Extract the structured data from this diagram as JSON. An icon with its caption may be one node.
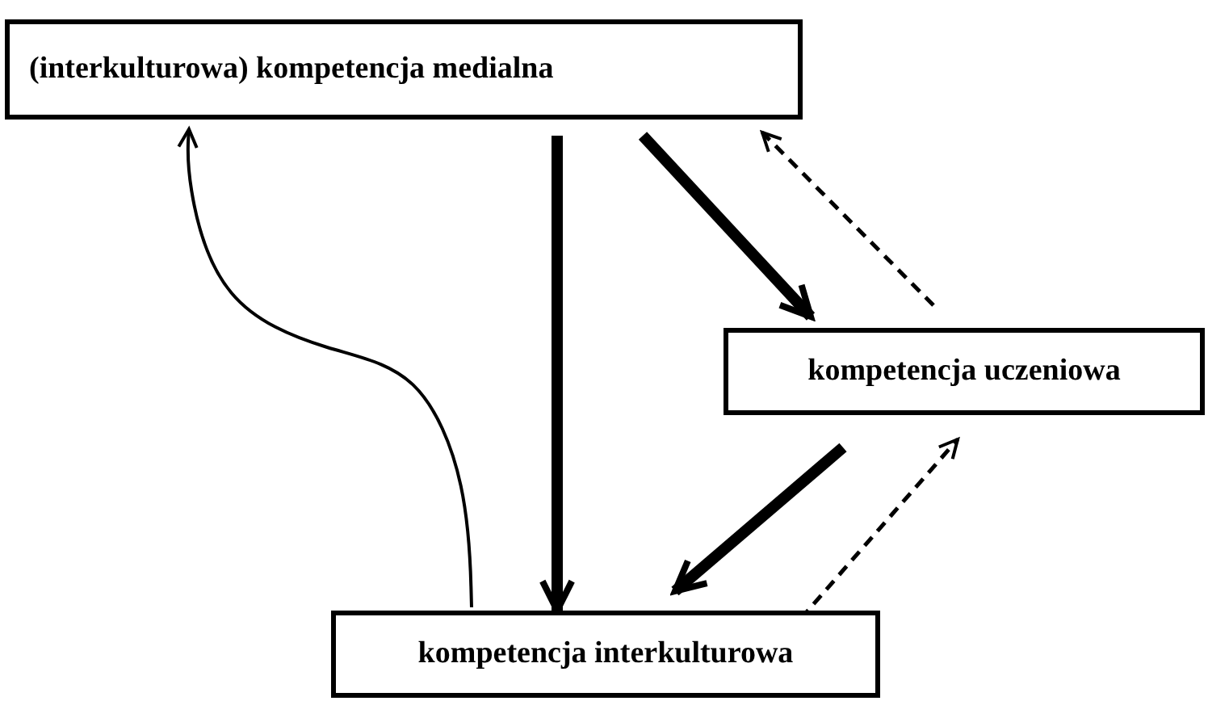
{
  "diagram": {
    "nodes": [
      {
        "text": [
          "(interkulturowa) kompetencja medialna"
        ]
      },
      {
        "text": [
          "kompetencja uczeniowa"
        ]
      },
      {
        "text": [
          "kompetencja interkulturowa"
        ]
      }
    ],
    "edges": [
      {
        "from": 0,
        "to": 2,
        "arrow": "to",
        "style": "thick"
      },
      {
        "from": 0,
        "to": 1,
        "arrow": "to",
        "style": "thick"
      },
      {
        "from": 1,
        "to": 0,
        "arrow": "to",
        "style": "dashed"
      },
      {
        "from": 1,
        "to": 2,
        "arrow": "to",
        "style": "thick"
      },
      {
        "from": 2,
        "to": 1,
        "arrow": "to",
        "style": "dashed"
      },
      {
        "from": 2,
        "to": 0,
        "arrow": "to"
      }
    ]
  }
}
